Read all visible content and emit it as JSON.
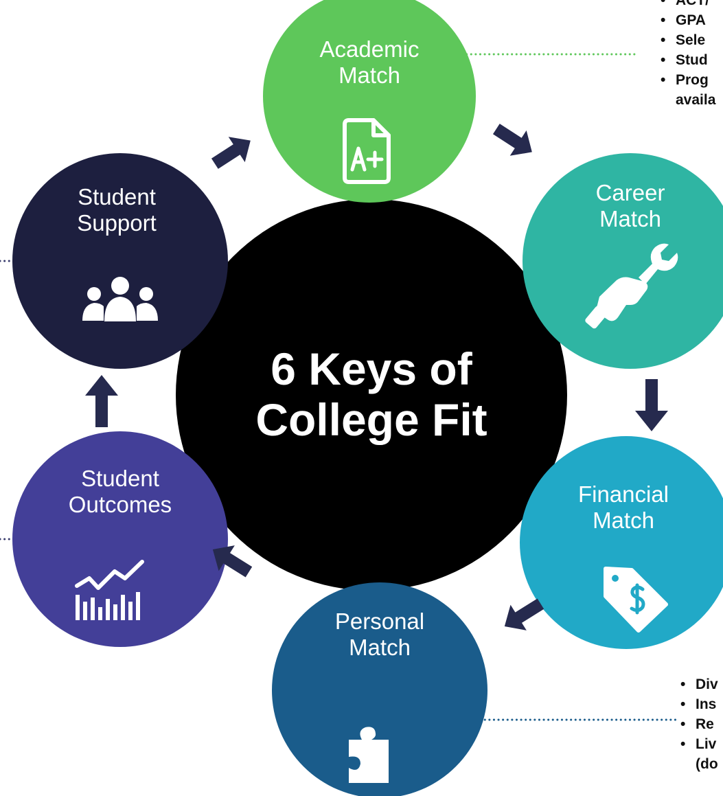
{
  "center": {
    "line1": "6 Keys of",
    "line2": "College Fit"
  },
  "keys": [
    {
      "id": "academic",
      "line1": "Academic",
      "line2": "Match",
      "color": "#5ec75a",
      "icon": "grade-document-icon"
    },
    {
      "id": "career",
      "line1": "Career",
      "line2": "Match",
      "color": "#2fb5a3",
      "icon": "handshake-wrench-icon"
    },
    {
      "id": "financial",
      "line1": "Financial",
      "line2": "Match",
      "color": "#21a9c7",
      "icon": "price-tag-dollar-icon"
    },
    {
      "id": "personal",
      "line1": "Personal",
      "line2": "Match",
      "color": "#1a5c8b",
      "icon": "puzzle-piece-icon"
    },
    {
      "id": "outcomes",
      "line1": "Student",
      "line2": "Outcomes",
      "color": "#433f98",
      "icon": "growth-chart-icon"
    },
    {
      "id": "support",
      "line1": "Student",
      "line2": "Support",
      "color": "#1d1f3f",
      "icon": "people-group-icon"
    }
  ],
  "academic_details": [
    "ACT/",
    "GPA",
    "Sele",
    "Stud",
    "Prog",
    "availa"
  ],
  "personal_details": [
    "Div",
    "Ins",
    "Re",
    "Liv",
    "(do"
  ],
  "colors": {
    "arrow": "#262a4e",
    "connector_green": "#5ec75a",
    "connector_blue": "#1a5c8b",
    "connector_navy": "#3a3d6e",
    "center": "#000000"
  }
}
